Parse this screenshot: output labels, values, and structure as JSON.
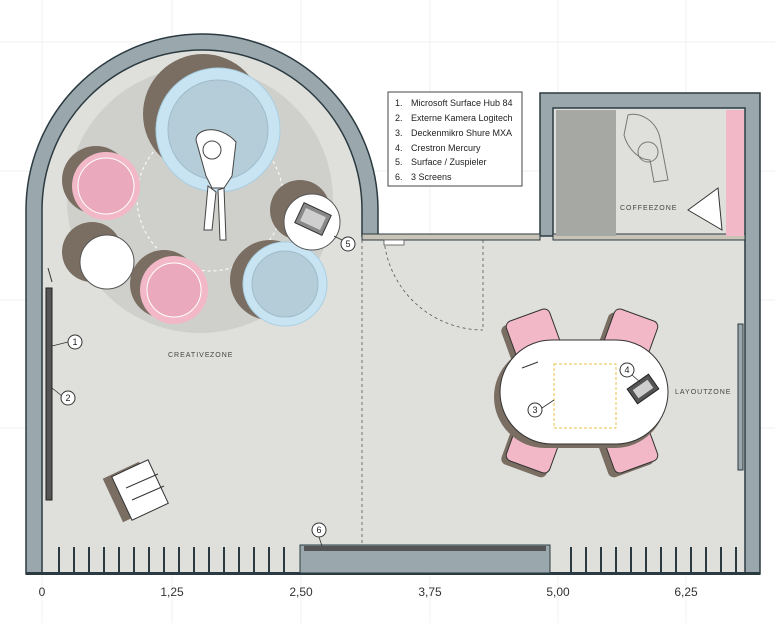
{
  "legend": {
    "items": [
      {
        "num": "1.",
        "text": "Microsoft Surface Hub 84"
      },
      {
        "num": "2.",
        "text": "Externe Kamera Logitech"
      },
      {
        "num": "3.",
        "text": "Deckenmikro  Shure MXA"
      },
      {
        "num": "4.",
        "text": "Crestron Mercury"
      },
      {
        "num": "5.",
        "text": "Surface / Zuspieler"
      },
      {
        "num": "6.",
        "text": "3 Screens"
      }
    ]
  },
  "zones": {
    "creative": [
      "CREATIVE",
      "ZONE"
    ],
    "coffee": [
      "COFFEE",
      "ZONE"
    ],
    "layout": [
      "LAYOUT",
      "ZONE"
    ]
  },
  "callouts": [
    "1",
    "2",
    "3",
    "4",
    "5",
    "6"
  ],
  "scale": {
    "labels": [
      "0",
      "1,25",
      "2,50",
      "3,75",
      "5,00",
      "6,25"
    ]
  },
  "colors": {
    "wall": "#9aa8ad",
    "wall_edge": "#2b3a40",
    "floor": "#dfe0dc",
    "pink": "#f2b8c8",
    "light_blue": "#c8e4f2",
    "shadow": "#7a6e63",
    "counter_grey": "#a6a8a4"
  }
}
